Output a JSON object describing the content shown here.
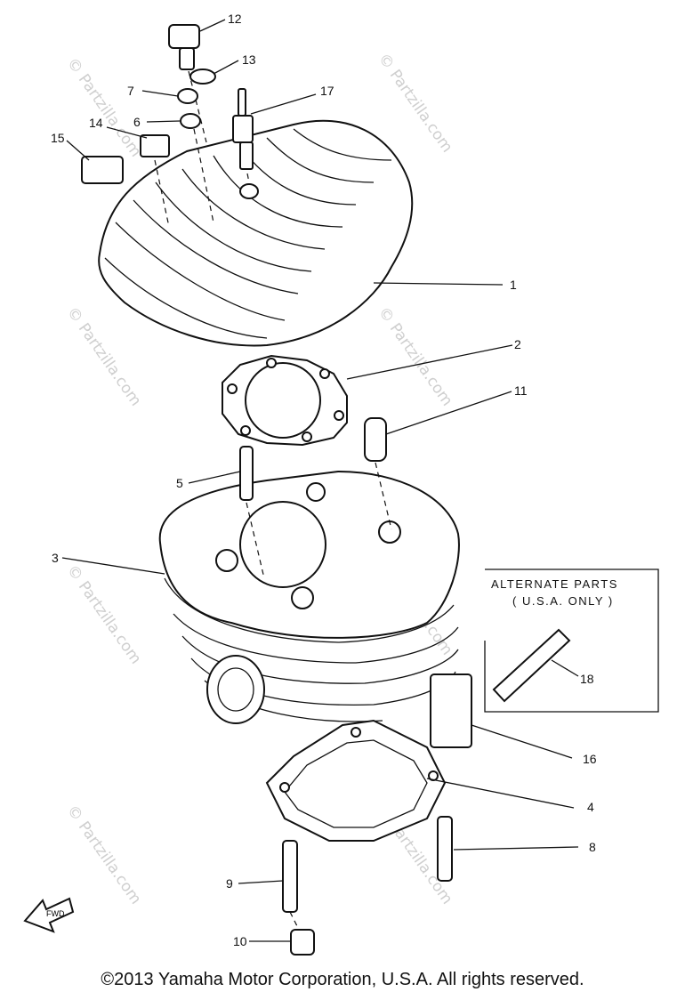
{
  "callouts": [
    "1",
    "2",
    "3",
    "4",
    "5",
    "6",
    "7",
    "8",
    "9",
    "10",
    "11",
    "12",
    "13",
    "14",
    "15",
    "16",
    "17",
    "18"
  ],
  "alternate_box": {
    "line1": "ALTERNATE PARTS",
    "line2": "( U.S.A. ONLY )"
  },
  "fwd_label": "FWD",
  "watermark": "© Partzilla.com",
  "footer": "©2013  Yamaha Motor Corporation, U.S.A. All rights reserved."
}
